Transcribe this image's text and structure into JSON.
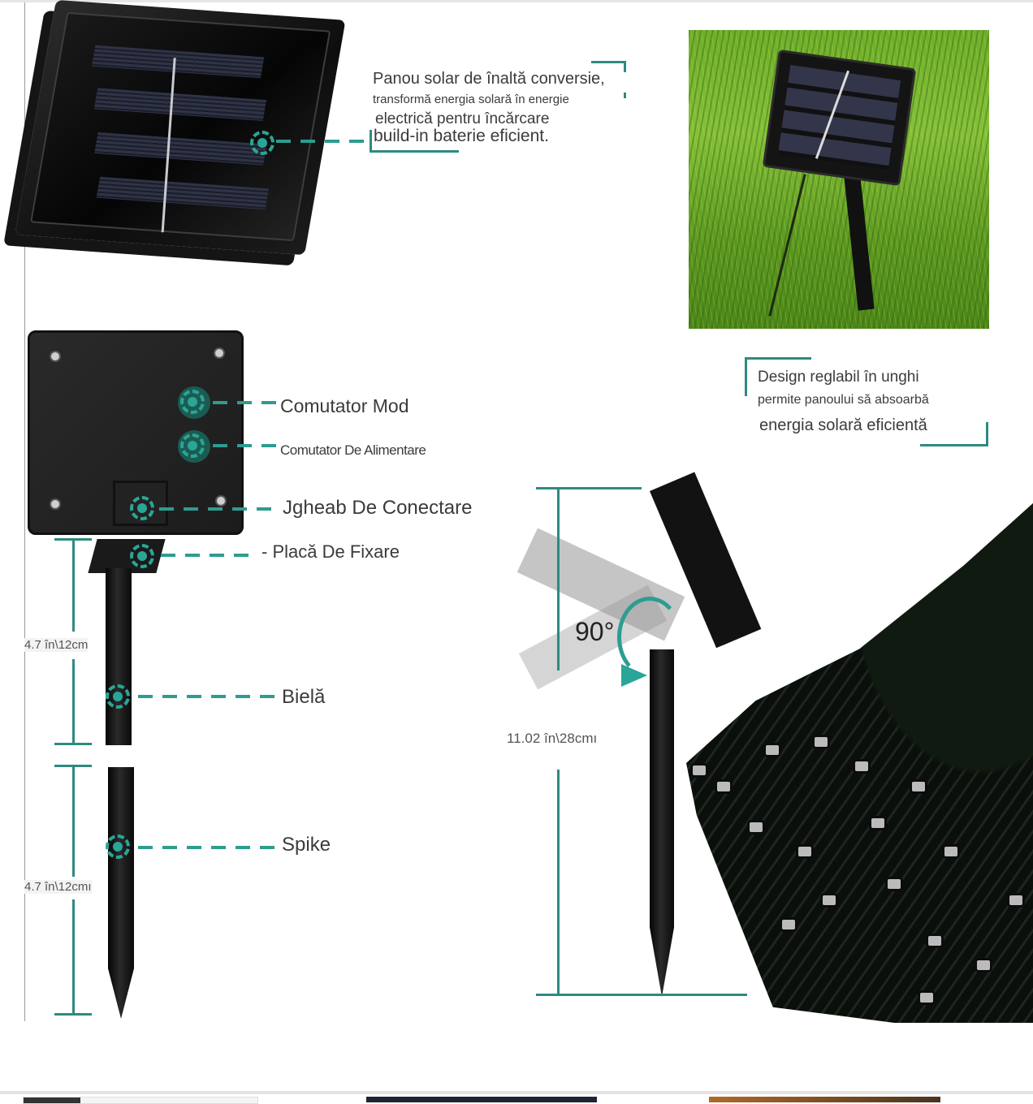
{
  "solar_panel_callout": {
    "line1": "Panou solar de înaltă conversie,",
    "line2": "transformă energia solară în energie",
    "line3": "electrică pentru încărcare",
    "line4": "build-in baterie eficient."
  },
  "angle_callout": {
    "line1": "Design reglabil în unghi",
    "line2": "permite panoului să absoarbă",
    "line3": "energia solară eficientă"
  },
  "back_panel_labels": {
    "mode_switch": "Comutator Mod",
    "power_switch": "Comutator De Alimentare",
    "connection_slot": "Jgheab De Conectare",
    "mounting_plate": "- Placă De Fixare"
  },
  "stake_labels": {
    "rod": "Bielă",
    "spike": "Spike",
    "rod_length": "4.7 în\\12cm",
    "spike_length": "4.7 în\\12cmı"
  },
  "assembly": {
    "tilt_angle": "90°",
    "total_height": "11.02 în\\28cmı"
  },
  "colors": {
    "accent_teal": "#2e9c91",
    "text": "#3b3b3b",
    "background": "#ffffff"
  },
  "icons": {
    "callout_marker": "dashed-ring-dot",
    "rotate_arrow": "curved-arrow-teal"
  }
}
